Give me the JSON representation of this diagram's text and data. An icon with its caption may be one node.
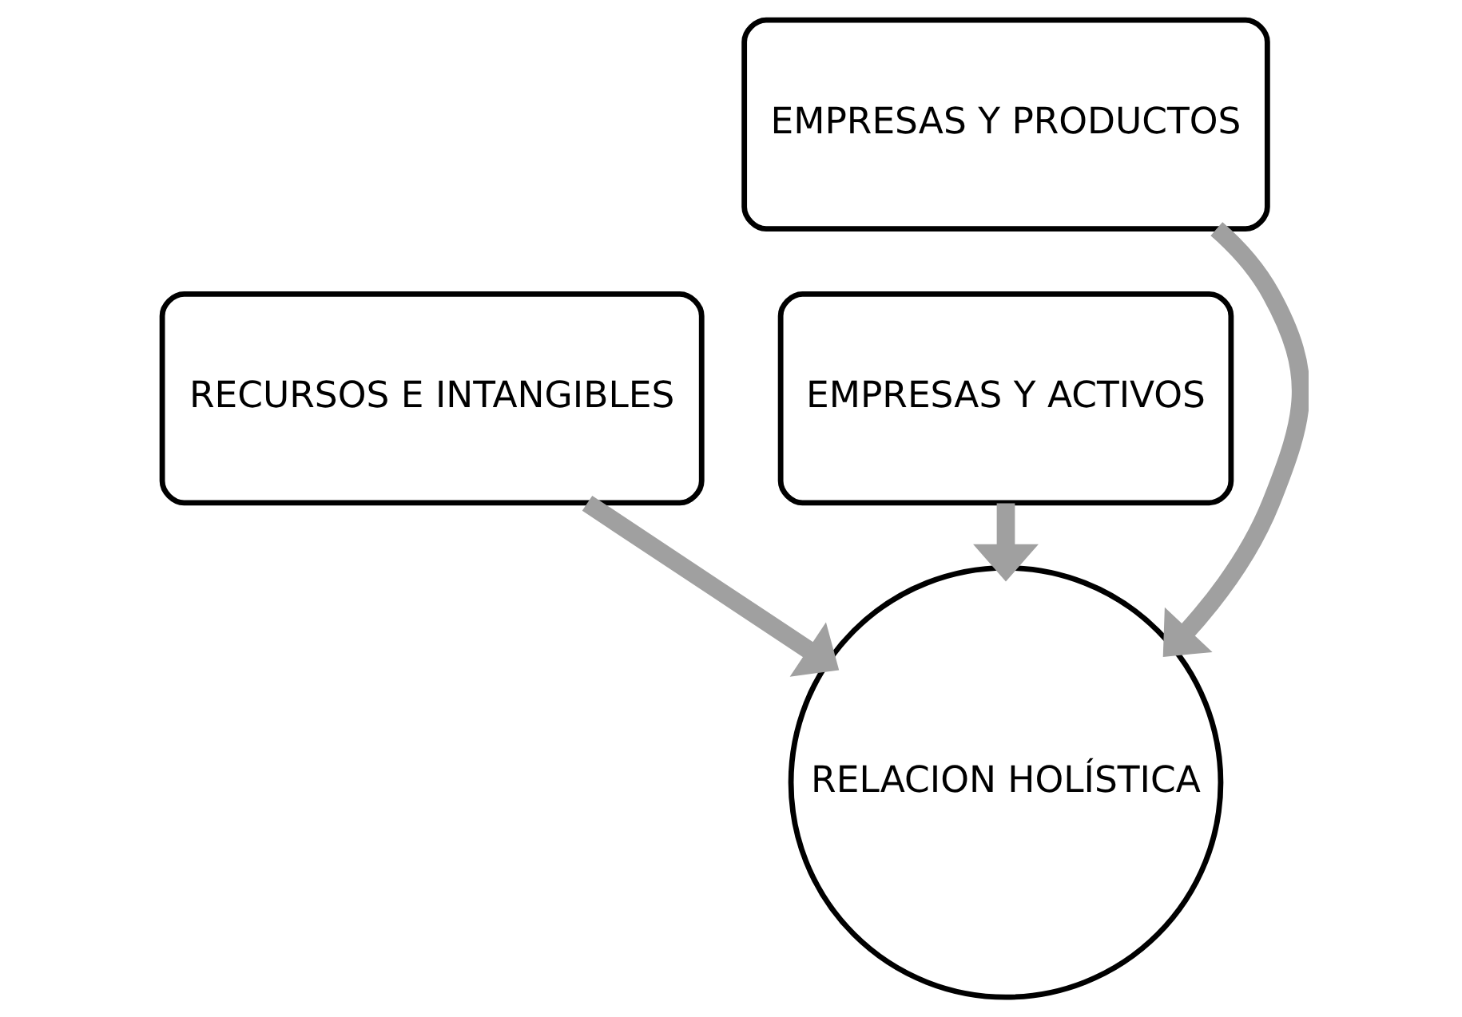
{
  "diagram": {
    "nodes": [
      {
        "text": [
          "RECURSOS E INTANGIBLES"
        ]
      },
      {
        "text": [
          "EMPRESAS Y PRODUCTOS"
        ]
      },
      {
        "text": [
          "EMPRESAS Y ACTIVOS"
        ]
      },
      {
        "text": [
          "RELACION HOLÍSTICA"
        ]
      }
    ],
    "edges": [
      {
        "from": 0,
        "to": 3,
        "arrow": "to"
      },
      {
        "from": 1,
        "to": 3,
        "arrow": "to"
      },
      {
        "from": 2,
        "to": 3,
        "arrow": "to"
      }
    ]
  }
}
